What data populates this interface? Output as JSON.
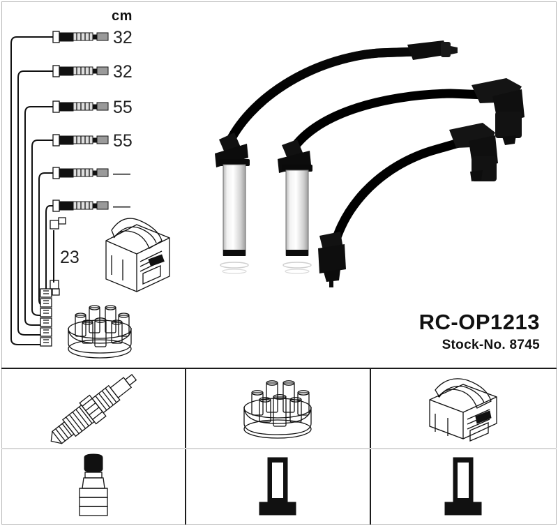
{
  "product": {
    "part_number": "RC-OP1213",
    "stock_label": "Stock-No. 8745"
  },
  "schematic": {
    "unit_header": "cm",
    "lead_lengths": [
      "32",
      "32",
      "55",
      "55",
      "—",
      "—"
    ],
    "coil_lead_length": "23",
    "components": [
      {
        "name": "ignition-coil",
        "label": ""
      },
      {
        "name": "distributor-cap",
        "label": ""
      }
    ]
  },
  "photo": {
    "alt": "three ignition cables with spark plug boots",
    "cable_count": 3
  },
  "legend": {
    "cells": [
      {
        "top_icon": "spark-plug-icon",
        "bottom_icon": "spark-plug-boot-icon"
      },
      {
        "top_icon": "distributor-cap-icon",
        "bottom_icon": "straight-terminal-icon"
      },
      {
        "top_icon": "ignition-coil-icon",
        "bottom_icon": "straight-terminal-icon"
      }
    ]
  },
  "colors": {
    "ink": "#111111",
    "border": "#1b1b1b",
    "light_divider": "#d7d7d7",
    "boot_grey": "#9a9a9a"
  }
}
